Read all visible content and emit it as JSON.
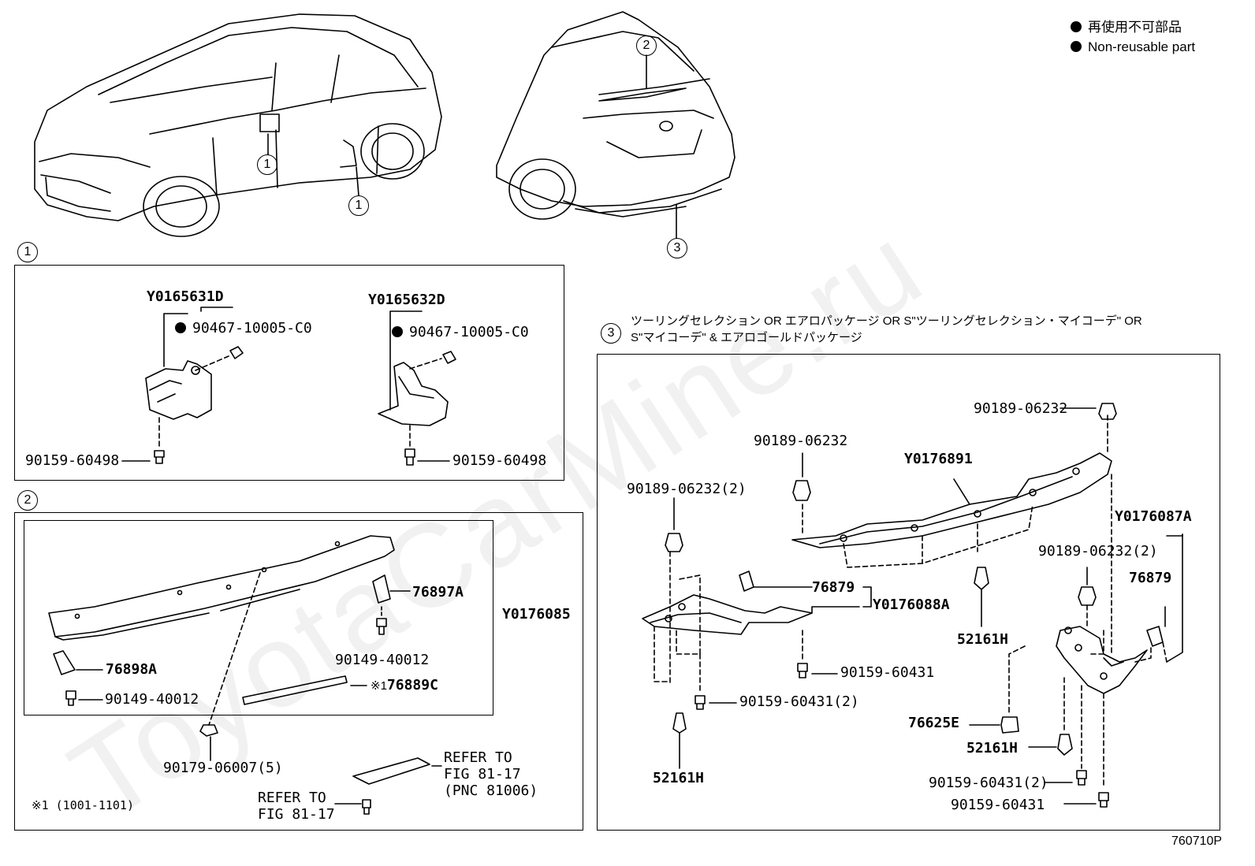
{
  "legend": {
    "jp": "再使用不可部品",
    "en": "Non-reusable part"
  },
  "callouts": {
    "one": "1",
    "two": "2",
    "three": "3"
  },
  "section1": {
    "left_part": "Y0165631D",
    "left_bolt": "90467-10005-C0",
    "left_screw": "90159-60498",
    "right_part": "Y0165632D",
    "right_bolt": "90467-10005-C0",
    "right_screw": "90159-60498"
  },
  "section2": {
    "assembly": "Y0176085",
    "bracket_a": "76897A",
    "bracket_b": "76898A",
    "screw_a": "90149-40012",
    "screw_b": "90149-40012",
    "strip_mark": "※1",
    "strip": "76889C",
    "clip": "90179-06007(5)",
    "refer1_line1": "REFER TO",
    "refer1_line2": "FIG 81-17",
    "refer1_line3": "(PNC 81006)",
    "refer2_line1": "REFER TO",
    "refer2_line2": "FIG 81-17",
    "footnote": "※1 (1001-1101)"
  },
  "section3": {
    "header_line1": "ツーリングセレクション OR エアロパッケージ OR S\"ツーリングセレクション・マイコーデ\" OR",
    "header_line2": "S\"マイコーデ\" & エアロゴールドパッケージ",
    "p_90189_top": "90189-06232",
    "p_90189_mid": "90189-06232",
    "p_90189_left": "90189-06232(2)",
    "p_90189_right": "90189-06232(2)",
    "p_76891": "Y0176891",
    "p_76087": "Y0176087A",
    "p_76879_r": "76879",
    "p_76879_c": "76879",
    "p_76088": "Y0176088A",
    "p_52161_c": "52161H",
    "p_52161_l": "52161H",
    "p_52161_r": "52161H",
    "p_60431_c": "90159-60431",
    "p_60431_l": "90159-60431(2)",
    "p_60431_r2": "90159-60431(2)",
    "p_60431_r": "90159-60431",
    "p_76625": "76625E"
  },
  "figure_code": "760710P",
  "watermark": "ToyotaCarMine.ru"
}
